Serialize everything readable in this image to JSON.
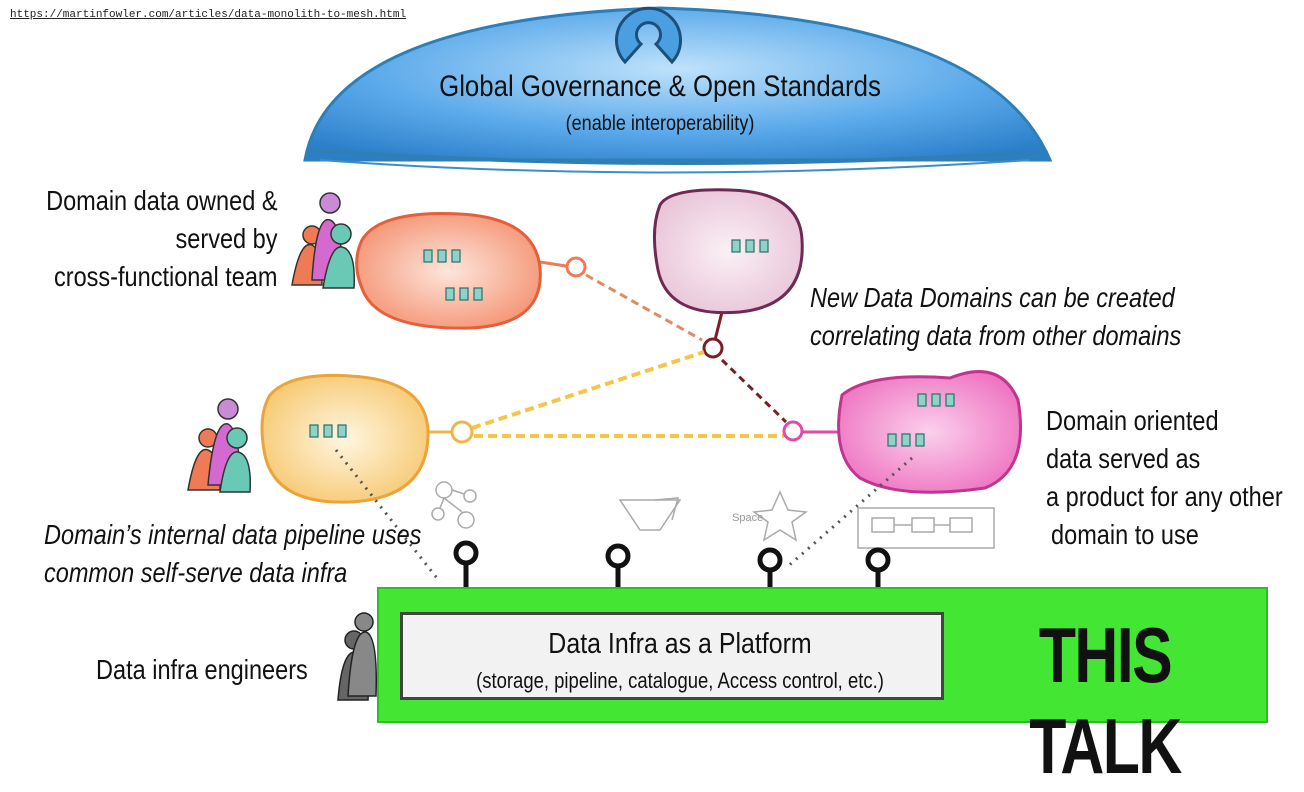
{
  "source_url": "https://martinfowler.com/articles/data-monolith-to-mesh.html",
  "governance": {
    "title": "Global Governance & Open Standards",
    "subtitle": "(enable interoperability)"
  },
  "labels": {
    "domain_owned": [
      "Domain data owned &",
      "served by",
      "cross-functional team"
    ],
    "new_domains": [
      "New Data Domains can be created",
      "correlating data from other domains"
    ],
    "domain_oriented": [
      "Domain oriented",
      "data served as",
      "a product for any other",
      "domain to use"
    ],
    "internal_pipeline": [
      "Domain’s internal data pipeline uses",
      "common self-serve data infra"
    ],
    "infra_engineers": "Data infra engineers"
  },
  "platform": {
    "title": "Data Infra as a Platform",
    "subtitle": "(storage, pipeline, catalogue, Access control, etc.)"
  },
  "banner": {
    "text": "THIS TALK",
    "color": "#44e634"
  },
  "sketch_label": "Space",
  "colors": {
    "dome": "#4a9fe0",
    "domain_orange": "#f07a55",
    "domain_purple": "#8a3a6a",
    "domain_yellow": "#f0b54a",
    "domain_pink": "#e04aa8",
    "link_dark_red": "#7a1e28",
    "highlight_green": "#44e634"
  }
}
